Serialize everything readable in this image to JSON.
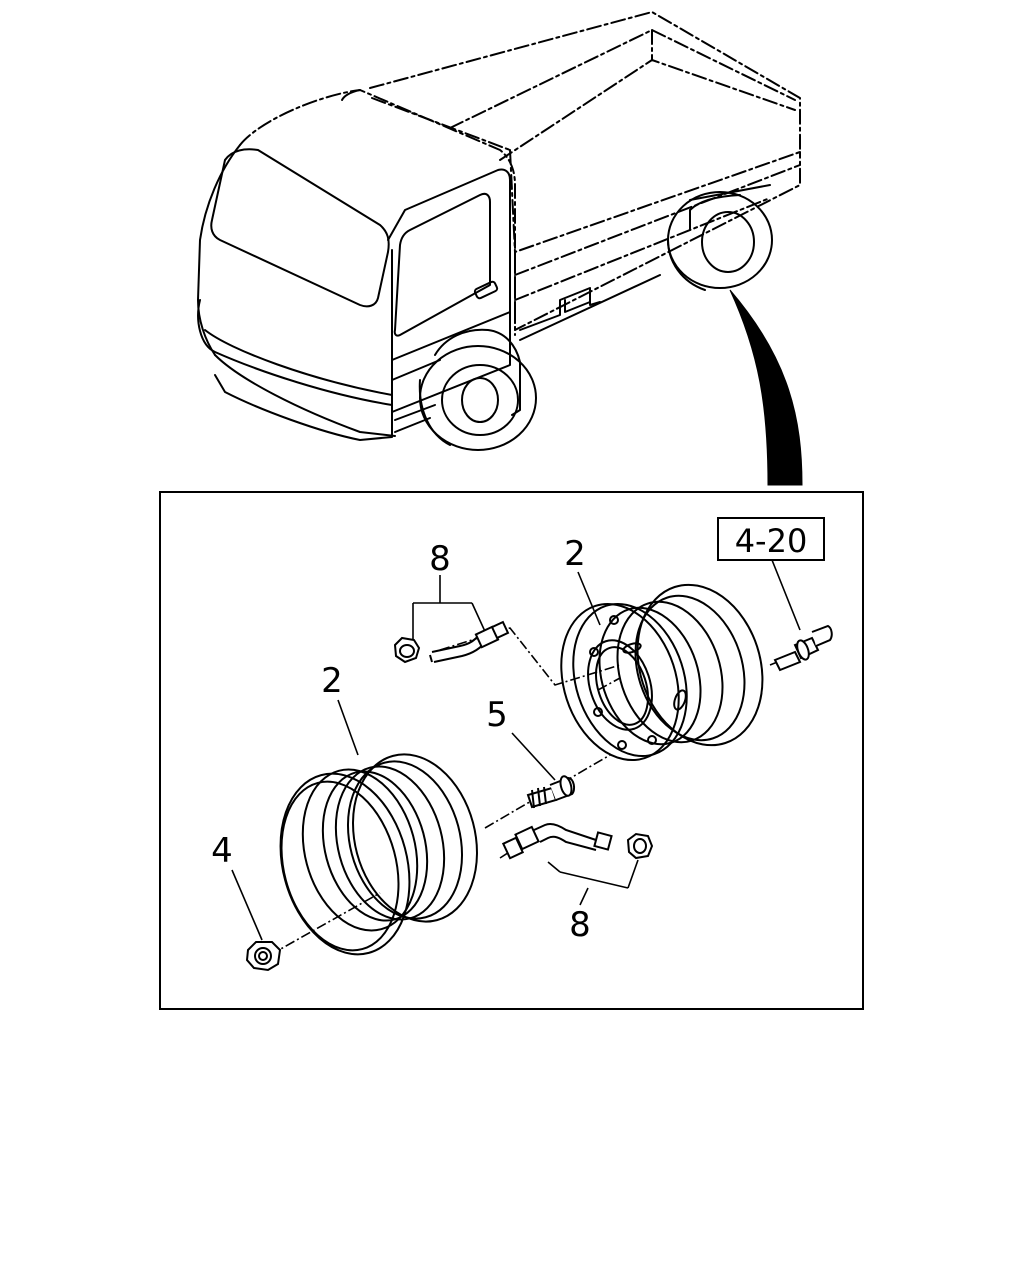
{
  "callouts": {
    "hose_upper": "8",
    "wheel_rear": "2",
    "wheel_front": "2",
    "bolt": "5",
    "nut": "4",
    "hose_lower": "8"
  },
  "reference_box": "4-20"
}
